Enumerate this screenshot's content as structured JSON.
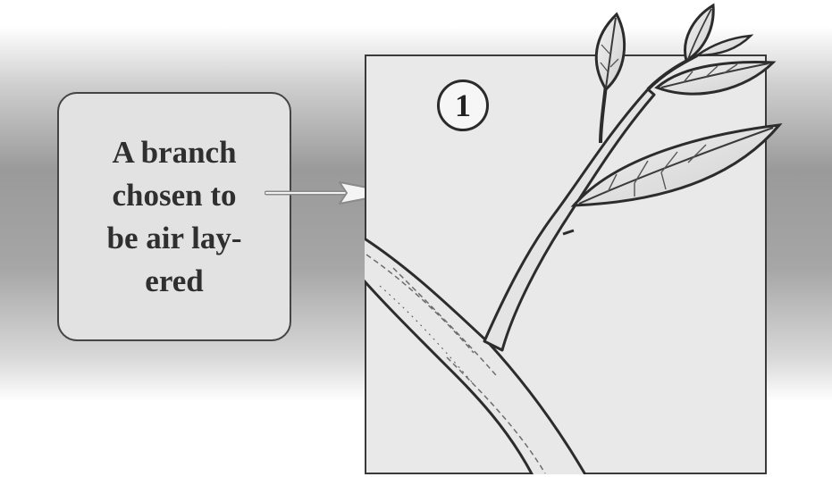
{
  "callout": {
    "lines": [
      "A branch",
      "chosen to",
      "be air lay-",
      "ered"
    ]
  },
  "step": {
    "number": "1"
  },
  "illustration": {
    "subject": "branch-with-leaves-icon"
  },
  "colors": {
    "page_band": "#9a9a9a",
    "callout_fill": "#e2e2e2",
    "panel_fill": "#e9e9e9",
    "ink": "#2f2f2f"
  }
}
